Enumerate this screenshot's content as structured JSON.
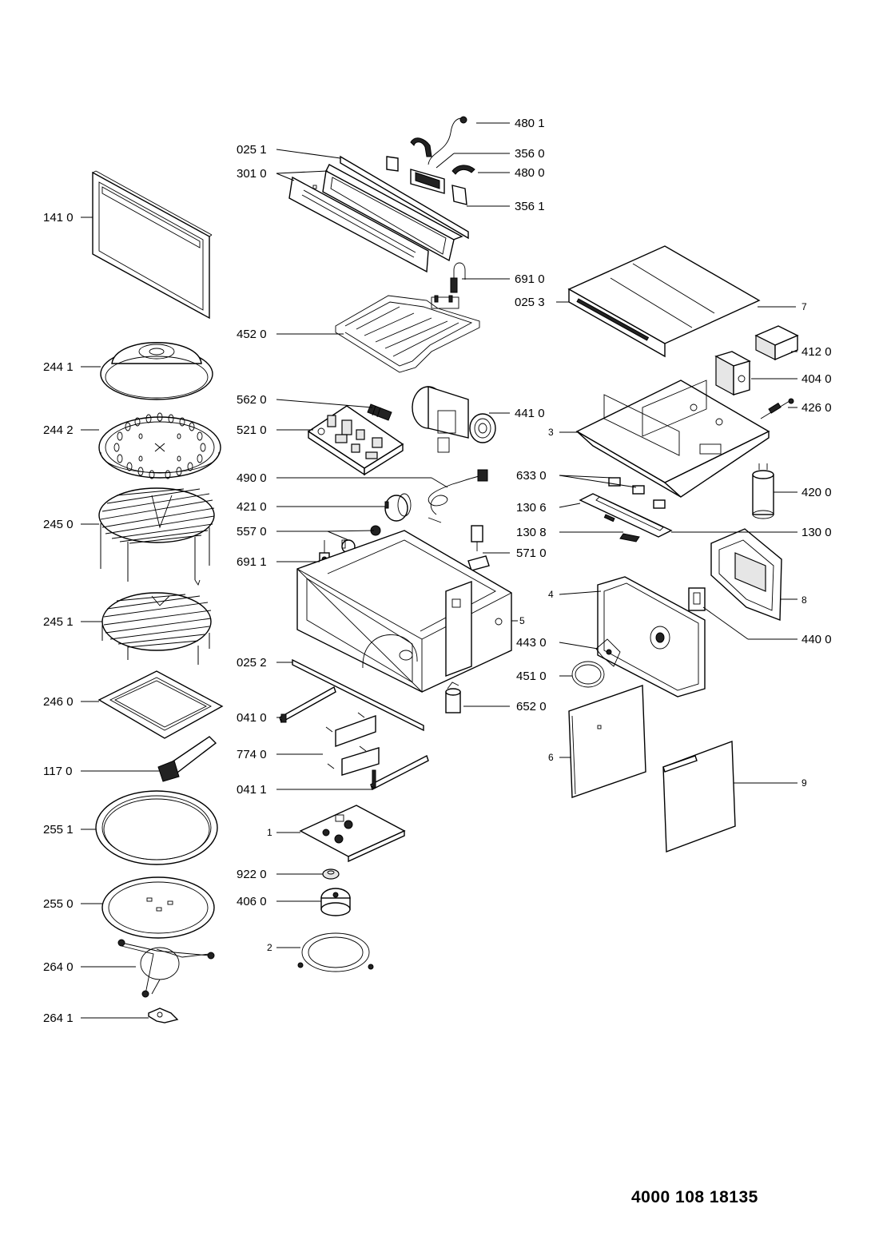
{
  "document_number": "4000 108 18135",
  "callouts": {
    "c4801": "480 1",
    "c0251": "025 1",
    "c3560": "356 0",
    "c3010": "301 0",
    "c4800": "480 0",
    "c3561": "356 1",
    "c1410": "141 0",
    "c6910": "691 0",
    "c0253": "025 3",
    "c7": "7",
    "c4520": "452 0",
    "c2441": "244 1",
    "c4120": "412 0",
    "c4040": "404 0",
    "c5620": "562 0",
    "c4410": "441 0",
    "c4260": "426 0",
    "c2442": "244 2",
    "c5210": "521 0",
    "c3": "3",
    "c4900": "490 0",
    "c6330": "633 0",
    "c4210": "421 0",
    "c4200": "420 0",
    "c2450": "245 0",
    "c1306": "130 6",
    "c5570": "557 0",
    "c1308": "130 8",
    "c1300": "130 0",
    "c5710": "571 0",
    "c6911": "691 1",
    "c4": "4",
    "c8": "8",
    "c5": "5",
    "c2451": "245 1",
    "c4400": "440 0",
    "c4430": "443 0",
    "c0252": "025 2",
    "c4510": "451 0",
    "c6520": "652 0",
    "c2460": "246 0",
    "c0410": "041 0",
    "c7740": "774 0",
    "c6": "6",
    "c1170": "117 0",
    "c0411": "041 1",
    "c9": "9",
    "c2551": "255 1",
    "c1": "1",
    "c9220": "922 0",
    "c2550": "255 0",
    "c4060": "406 0",
    "c2": "2",
    "c2640": "264 0",
    "c2641": "264 1"
  }
}
